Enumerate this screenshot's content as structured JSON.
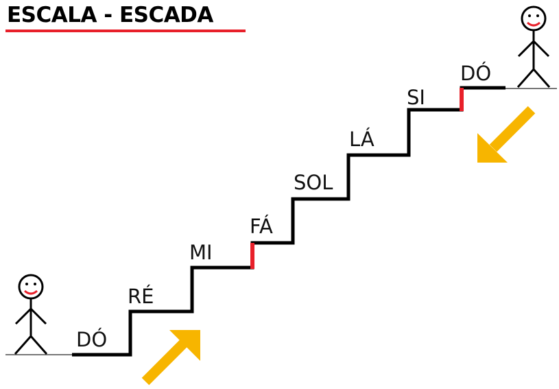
{
  "title": "ESCALA - ESCADA",
  "notes": [
    "DÓ",
    "RÉ",
    "MI",
    "FÁ",
    "SOL",
    "LÁ",
    "SI",
    "DÓ"
  ],
  "colors": {
    "stair": "#000000",
    "semitone": "#e8202a",
    "arrow": "#f7b500",
    "mouth": "#e8202a",
    "underline": "#e8202a"
  },
  "icons": {
    "figures": [
      "stick-figure-icon",
      "stick-figure-icon"
    ],
    "arrows": [
      "arrow-up-right-icon",
      "arrow-down-left-icon"
    ]
  }
}
